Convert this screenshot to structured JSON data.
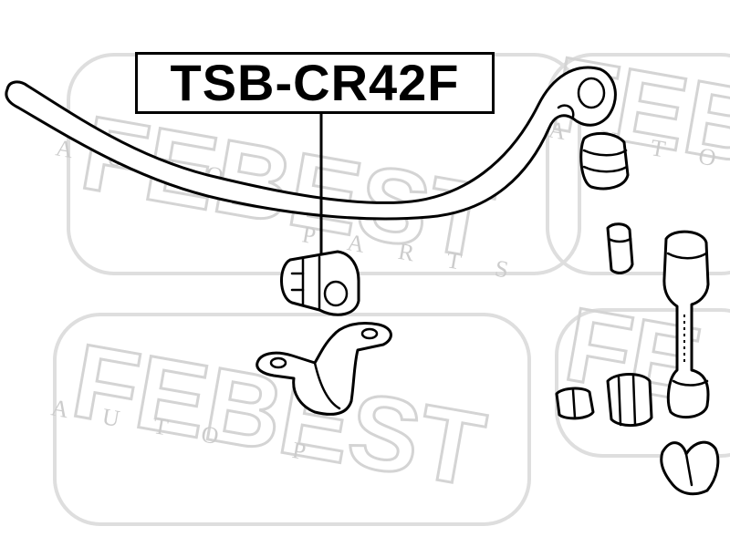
{
  "part_number": "TSB-CR42F",
  "watermark": {
    "brand": "FEBEST",
    "tagline": "AUTO PARTS"
  },
  "colors": {
    "watermark": "#d4d4d4",
    "ink": "#000000",
    "background": "#ffffff"
  }
}
